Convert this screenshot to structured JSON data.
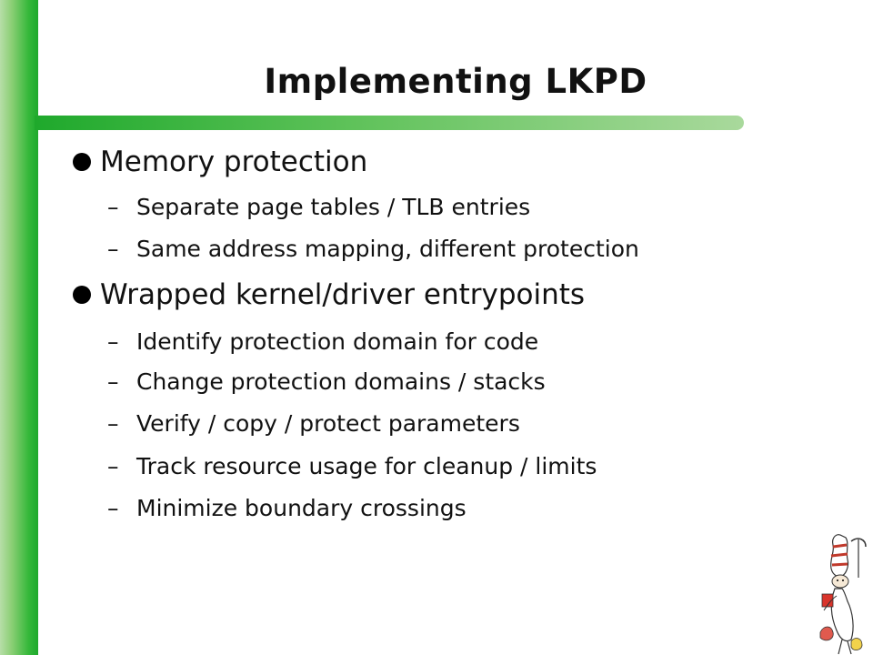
{
  "slide": {
    "title": "Implementing LKPD",
    "bullets": [
      {
        "text": "Memory protection",
        "subs": [
          "Separate page tables / TLB entries",
          "Same address mapping, different protection"
        ]
      },
      {
        "text": "Wrapped kernel/driver entrypoints",
        "subs": [
          "Identify protection domain for code",
          "Change protection domains / stacks",
          "Verify / copy / protect parameters",
          "Track resource usage for cleanup / limits",
          "Minimize boundary crossings"
        ]
      }
    ],
    "dash_symbol": "–"
  },
  "colors": {
    "accent_green": "#1fa92c",
    "light_green": "#a9d99c",
    "text": "#111111"
  },
  "icons": {
    "bullet": "filled-circle",
    "corner": "cartoon-character-illustration"
  }
}
